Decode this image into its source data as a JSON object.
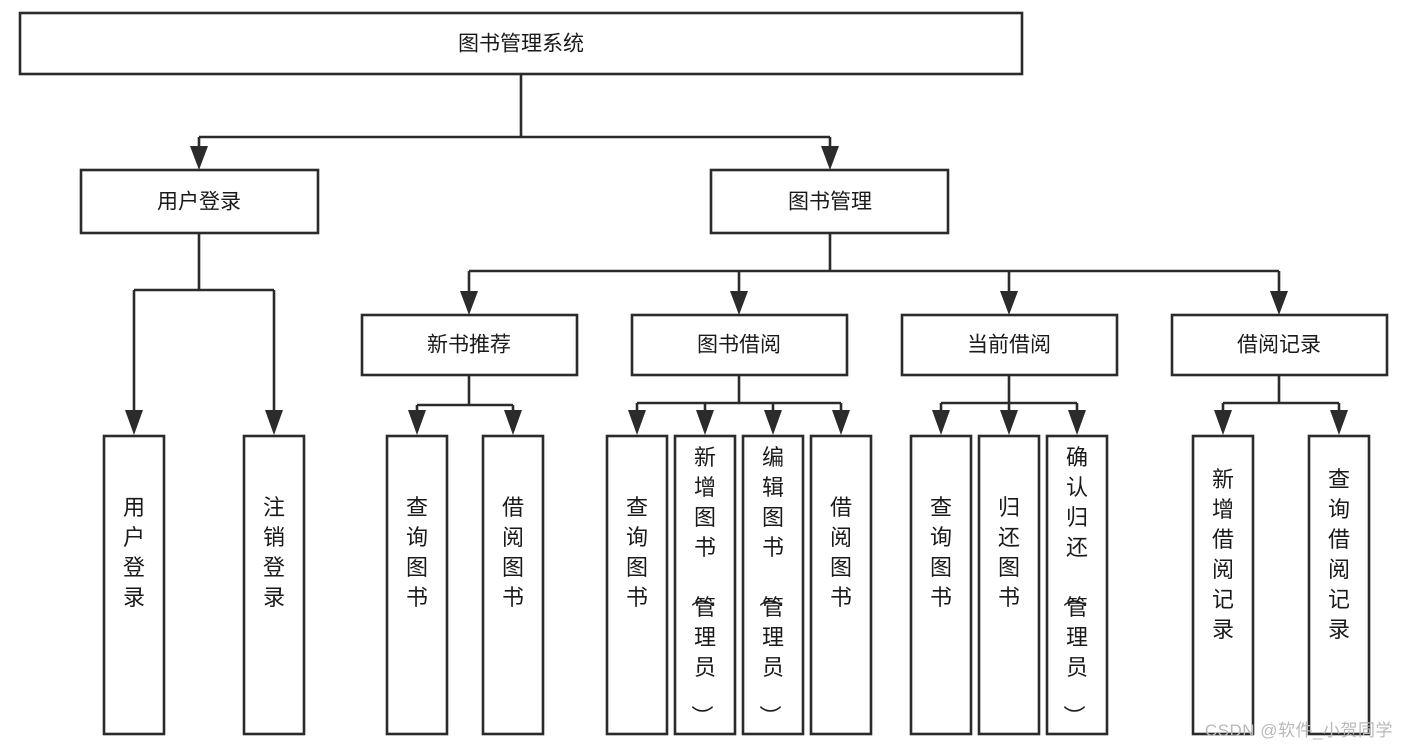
{
  "diagram": {
    "type": "tree",
    "title": "图书管理系统",
    "watermark": "CSDN @软件_小贺同学",
    "root": {
      "id": "root",
      "label": "图书管理系统",
      "orientation": "horizontal"
    },
    "level2": [
      {
        "id": "user-login",
        "label": "用户登录",
        "orientation": "horizontal"
      },
      {
        "id": "book-management",
        "label": "图书管理",
        "orientation": "horizontal"
      }
    ],
    "level3": [
      {
        "id": "new-book-recommend",
        "label": "新书推荐",
        "orientation": "horizontal",
        "parent": "book-management"
      },
      {
        "id": "book-borrow",
        "label": "图书借阅",
        "orientation": "horizontal",
        "parent": "book-management"
      },
      {
        "id": "current-borrow",
        "label": "当前借阅",
        "orientation": "horizontal",
        "parent": "book-management"
      },
      {
        "id": "borrow-record",
        "label": "借阅记录",
        "orientation": "horizontal",
        "parent": "book-management"
      }
    ],
    "leaves": [
      {
        "id": "leaf-user-login",
        "label": "用户登录",
        "orientation": "vertical",
        "parent": "user-login"
      },
      {
        "id": "leaf-logout",
        "label": "注销登录",
        "orientation": "vertical",
        "parent": "user-login"
      },
      {
        "id": "leaf-query-book-1",
        "label": "查询图书",
        "orientation": "vertical",
        "parent": "new-book-recommend"
      },
      {
        "id": "leaf-borrow-book-1",
        "label": "借阅图书",
        "orientation": "vertical",
        "parent": "new-book-recommend"
      },
      {
        "id": "leaf-query-book-2",
        "label": "查询图书",
        "orientation": "vertical",
        "parent": "book-borrow"
      },
      {
        "id": "leaf-add-book",
        "label": "新增图书（管理员）",
        "orientation": "vertical",
        "parent": "book-borrow"
      },
      {
        "id": "leaf-edit-book",
        "label": "编辑图书（管理员）",
        "orientation": "vertical",
        "parent": "book-borrow"
      },
      {
        "id": "leaf-borrow-book-2",
        "label": "借阅图书",
        "orientation": "vertical",
        "parent": "book-borrow"
      },
      {
        "id": "leaf-query-book-3",
        "label": "查询图书",
        "orientation": "vertical",
        "parent": "current-borrow"
      },
      {
        "id": "leaf-return-book",
        "label": "归还图书",
        "orientation": "vertical",
        "parent": "current-borrow"
      },
      {
        "id": "leaf-confirm-return",
        "label": "确认归还（管理员）",
        "orientation": "vertical",
        "parent": "current-borrow"
      },
      {
        "id": "leaf-add-record",
        "label": "新增借阅记录",
        "orientation": "vertical",
        "parent": "borrow-record"
      },
      {
        "id": "leaf-query-record",
        "label": "查询借阅记录",
        "orientation": "vertical",
        "parent": "borrow-record"
      }
    ],
    "colors": {
      "stroke": "#2b2b2b",
      "fill": "#ffffff",
      "text": "#1a1a1a",
      "watermark": "#b9b9b9"
    }
  }
}
